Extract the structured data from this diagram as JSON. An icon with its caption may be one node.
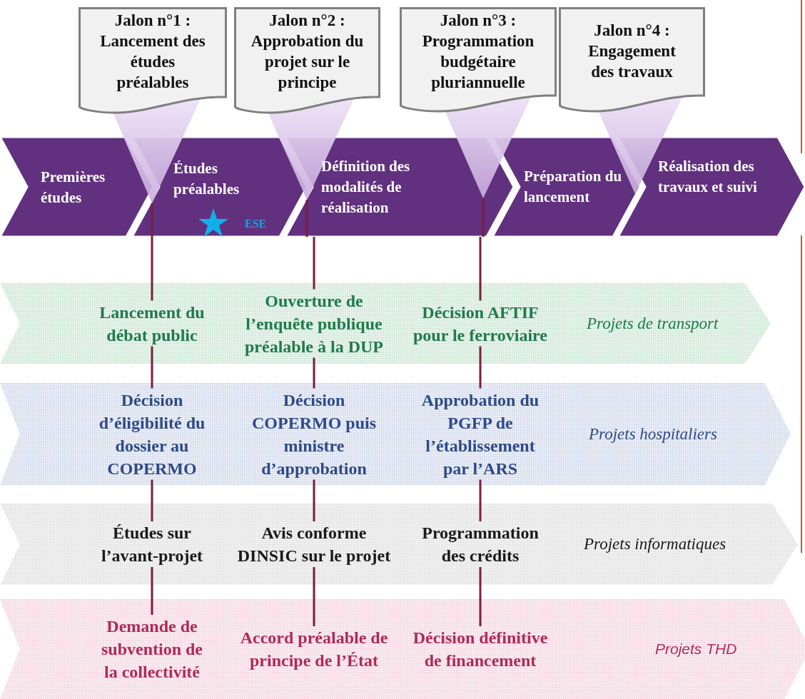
{
  "diagram": {
    "nodes": [
      {
        "text": [
          "Jalon n°1 :",
          "Lancement des études préalables"
        ]
      },
      {
        "text": [
          "Jalon n°2 :",
          "Approbation du projet sur le principe"
        ]
      },
      {
        "text": [
          "Jalon n°3 :",
          "Programmation budgétaire pluriannuelle"
        ]
      },
      {
        "text": [
          "Jalon n°4 :",
          "Engagement des travaux"
        ]
      },
      {
        "text": [
          "Premières études"
        ]
      },
      {
        "text": [
          "Études préalables",
          "ESE"
        ]
      },
      {
        "text": [
          "Définition des modalités de réalisation"
        ]
      },
      {
        "text": [
          "Préparation du lancement"
        ]
      },
      {
        "text": [
          "Réalisation des travaux et suivi"
        ]
      },
      {
        "text": [
          "Projets de transport"
        ]
      },
      {
        "text": [
          "Lancement du débat public"
        ],
        "in": 9
      },
      {
        "text": [
          "Ouverture de l’enquête publique préalable à la DUP"
        ],
        "in": 9
      },
      {
        "text": [
          "Décision AFTIF pour le ferroviaire"
        ],
        "in": 9
      },
      {
        "text": [
          "Projets hospitaliers"
        ]
      },
      {
        "text": [
          "Décision d’éligibilité du dossier au COPERMO"
        ],
        "in": 13
      },
      {
        "text": [
          "Décision COPERMO puis ministre d’approbation"
        ],
        "in": 13
      },
      {
        "text": [
          "Approbation du PGFP de l’établissement par l’ARS"
        ],
        "in": 13
      },
      {
        "text": [
          "Projets informatiques"
        ]
      },
      {
        "text": [
          "Études sur l’avant-projet"
        ],
        "in": 17
      },
      {
        "text": [
          "Avis conforme DINSIC sur le projet"
        ],
        "in": 17
      },
      {
        "text": [
          "Programmation des crédits"
        ],
        "in": 17
      },
      {
        "text": [
          "Projets THD"
        ]
      },
      {
        "text": [
          "Demande de subvention de la collectivité"
        ],
        "in": 21
      },
      {
        "text": [
          "Accord préalable de principe de l’État"
        ],
        "in": 21
      },
      {
        "text": [
          "Décision définitive de financement"
        ],
        "in": 21
      }
    ],
    "edges": [
      {
        "from": 5,
        "to": 10,
        "arrow": "none"
      },
      {
        "from": 10,
        "to": 14,
        "arrow": "none"
      },
      {
        "from": 14,
        "to": 18,
        "arrow": "none"
      },
      {
        "from": 18,
        "to": 22,
        "arrow": "none"
      },
      {
        "from": 6,
        "to": 11,
        "arrow": "none"
      },
      {
        "from": 11,
        "to": 15,
        "arrow": "none"
      },
      {
        "from": 15,
        "to": 19,
        "arrow": "none"
      },
      {
        "from": 19,
        "to": 23,
        "arrow": "none"
      },
      {
        "from": 6,
        "to": 12,
        "arrow": "none"
      },
      {
        "from": 12,
        "to": 16,
        "arrow": "none"
      },
      {
        "from": 16,
        "to": 20,
        "arrow": "none"
      },
      {
        "from": 20,
        "to": 24,
        "arrow": "none"
      }
    ]
  }
}
